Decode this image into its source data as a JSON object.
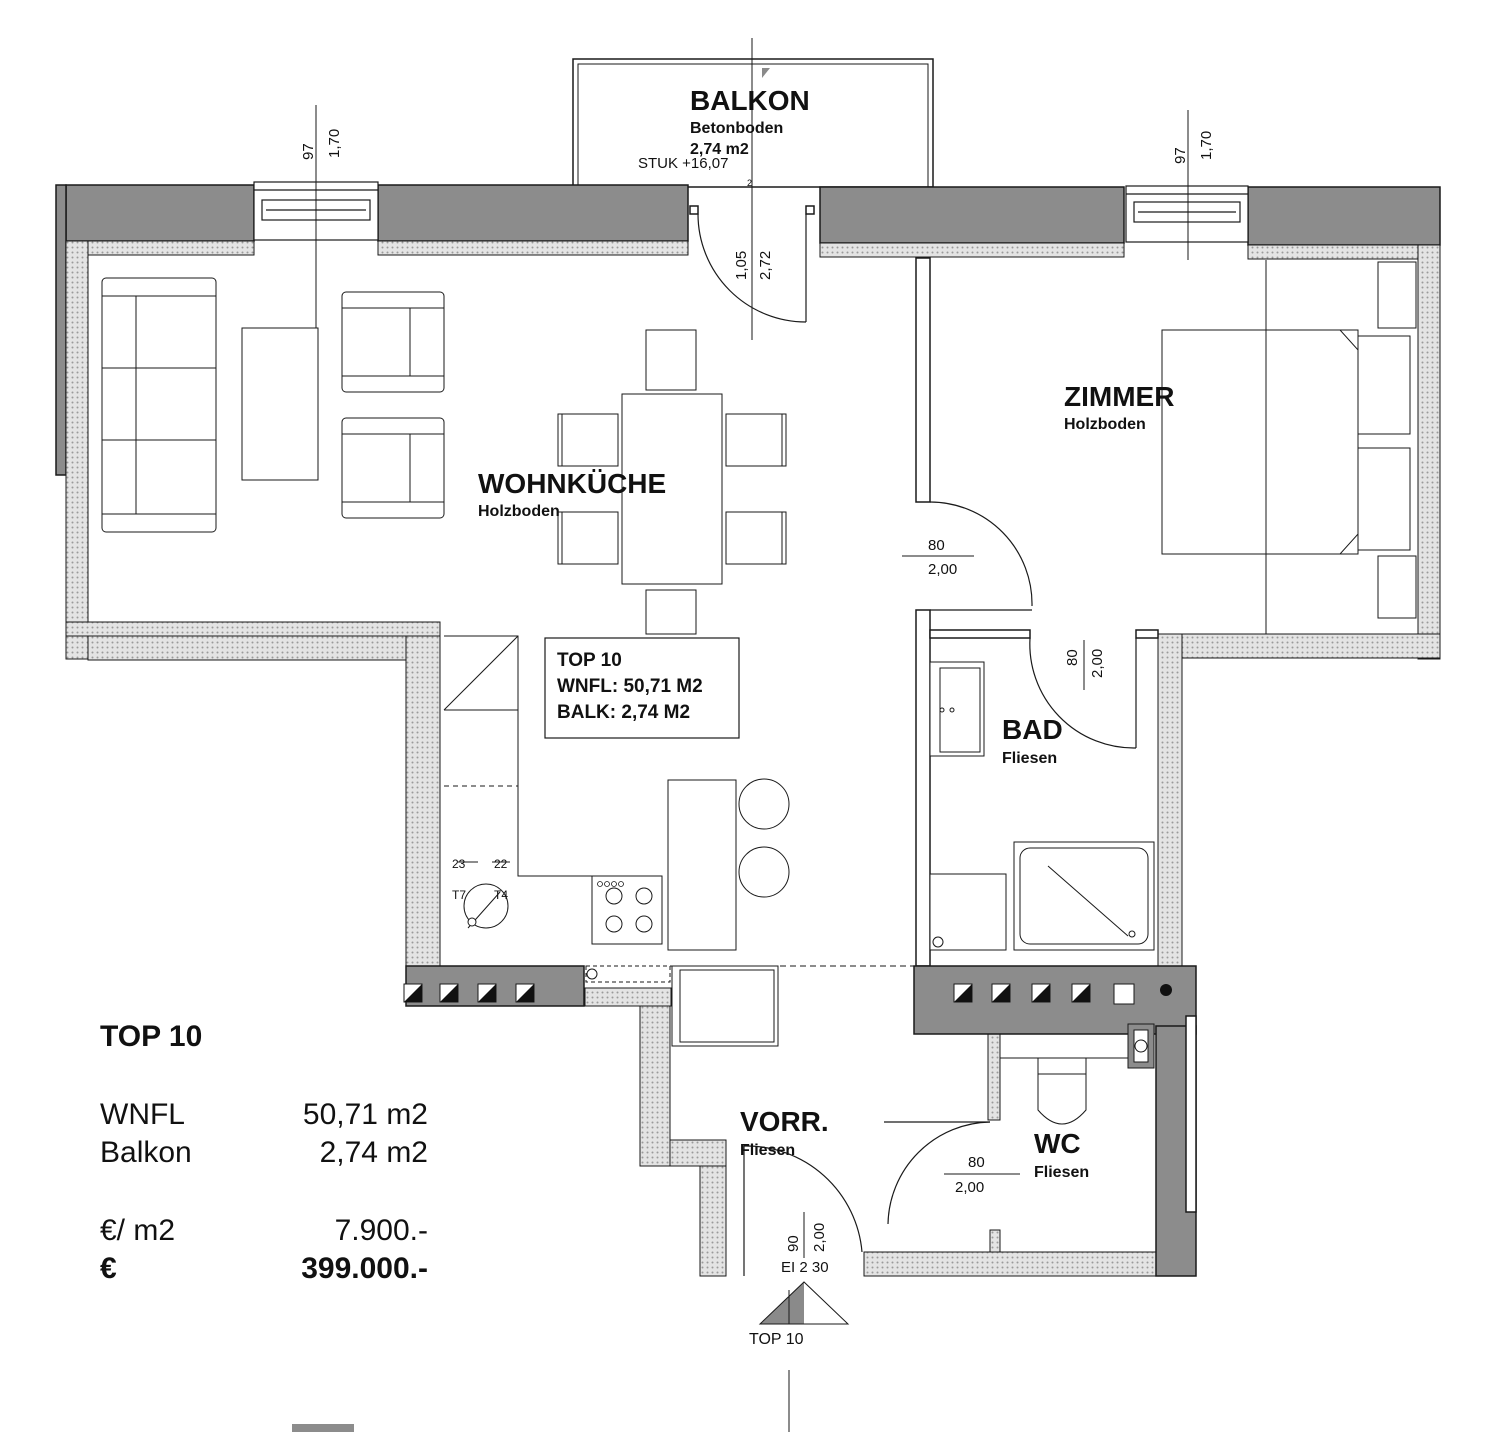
{
  "rooms": {
    "balkon": {
      "name": "BALKON",
      "floor": "Betonboden",
      "area": "2,74 m2"
    },
    "wohnkueche": {
      "name": "WOHNKÜCHE",
      "floor": "Holzboden"
    },
    "zimmer": {
      "name": "ZIMMER",
      "floor": "Holzboden"
    },
    "bad": {
      "name": "BAD",
      "floor": "Fliesen"
    },
    "vorr": {
      "name": "VORR.",
      "floor": "Fliesen"
    },
    "wc": {
      "name": "WC",
      "floor": "Fliesen"
    }
  },
  "level_note": "STUK +16,07",
  "info_box": {
    "line1": "TOP 10",
    "line2": "WNFL: 50,71 M2",
    "line3": "BALK: 2,74 M2"
  },
  "dimensions": {
    "window_left_a": "97",
    "window_left_b": "1,70",
    "window_right_a": "97",
    "window_right_b": "1,70",
    "balcony_door_a": "1,05",
    "balcony_door_b": "2,72",
    "zimmer_door_a": "80",
    "zimmer_door_b": "2,00",
    "bad_door_a": "80",
    "bad_door_b": "2,00",
    "wc_door_a": "80",
    "wc_door_b": "2,00",
    "entry_door_a": "90",
    "entry_door_b": "2,00",
    "entry_door_c": "EI 2 30",
    "heater_a": "23",
    "heater_b": "22",
    "heater_c": "T7",
    "heater_d": "T4",
    "stair_mark": "2"
  },
  "entrance_label": "TOP 10",
  "summary": {
    "title": "TOP 10",
    "rows": [
      {
        "label": "WNFL",
        "value": "50,71 m2"
      },
      {
        "label": "Balkon",
        "value": "2,74 m2"
      },
      {
        "label": "€/ m2",
        "value": "7.900.-"
      },
      {
        "label": "€",
        "value": "399.000.-"
      }
    ]
  },
  "colors": {
    "wall": "#8c8c8c",
    "wall_dark": "#7a7a7a",
    "insulation": "#d9d9d9",
    "line": "#1a1a1a",
    "accent_triangle": "#8a8a8a"
  }
}
